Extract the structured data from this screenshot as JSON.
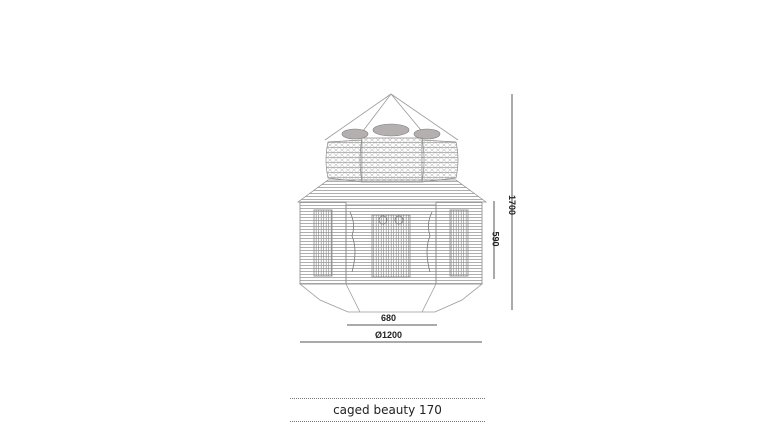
{
  "product": {
    "name": "caged beauty 170"
  },
  "dimensions": {
    "total_height": "1700",
    "body_height": "590",
    "inner_width": "680",
    "diameter": "Ø1200"
  },
  "colors": {
    "line": "#8a8a8a",
    "dimension_line": "#555555",
    "text": "#222222",
    "background": "#ffffff"
  }
}
